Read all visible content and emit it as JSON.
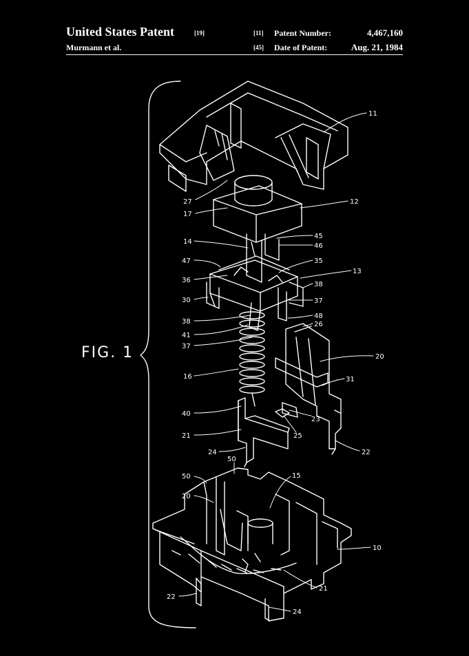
{
  "header": {
    "title": "United States Patent",
    "title_code": "[19]",
    "inventor": "Murmann et al.",
    "number_code": "[11]",
    "number_label": "Patent Number:",
    "number_value": "4,467,160",
    "date_code": "[45]",
    "date_label": "Date of Patent:",
    "date_value": "Aug. 21, 1984"
  },
  "figure_label": "FIG. 1",
  "reference_numerals": {
    "n11": "11",
    "n27": "27",
    "n17": "17",
    "n12": "12",
    "n14": "14",
    "n45": "45",
    "n46": "46",
    "n47": "47",
    "n35": "35",
    "n13": "13",
    "n36": "36",
    "n38a": "38",
    "n30": "30",
    "n37a": "37",
    "n48": "48",
    "n38b": "38",
    "n26": "26",
    "n41": "41",
    "n37b": "37",
    "n20a": "20",
    "n16": "16",
    "n31": "31",
    "n40": "40",
    "n23": "23",
    "n21a": "21",
    "n25": "25",
    "n24a": "24",
    "n22a": "22",
    "n50a": "50",
    "n50b": "50",
    "n15": "15",
    "n20b": "20",
    "n10": "10",
    "n21b": "21",
    "n22b": "22",
    "n24b": "24"
  },
  "colors": {
    "background": "#000000",
    "ink": "#ffffff"
  }
}
